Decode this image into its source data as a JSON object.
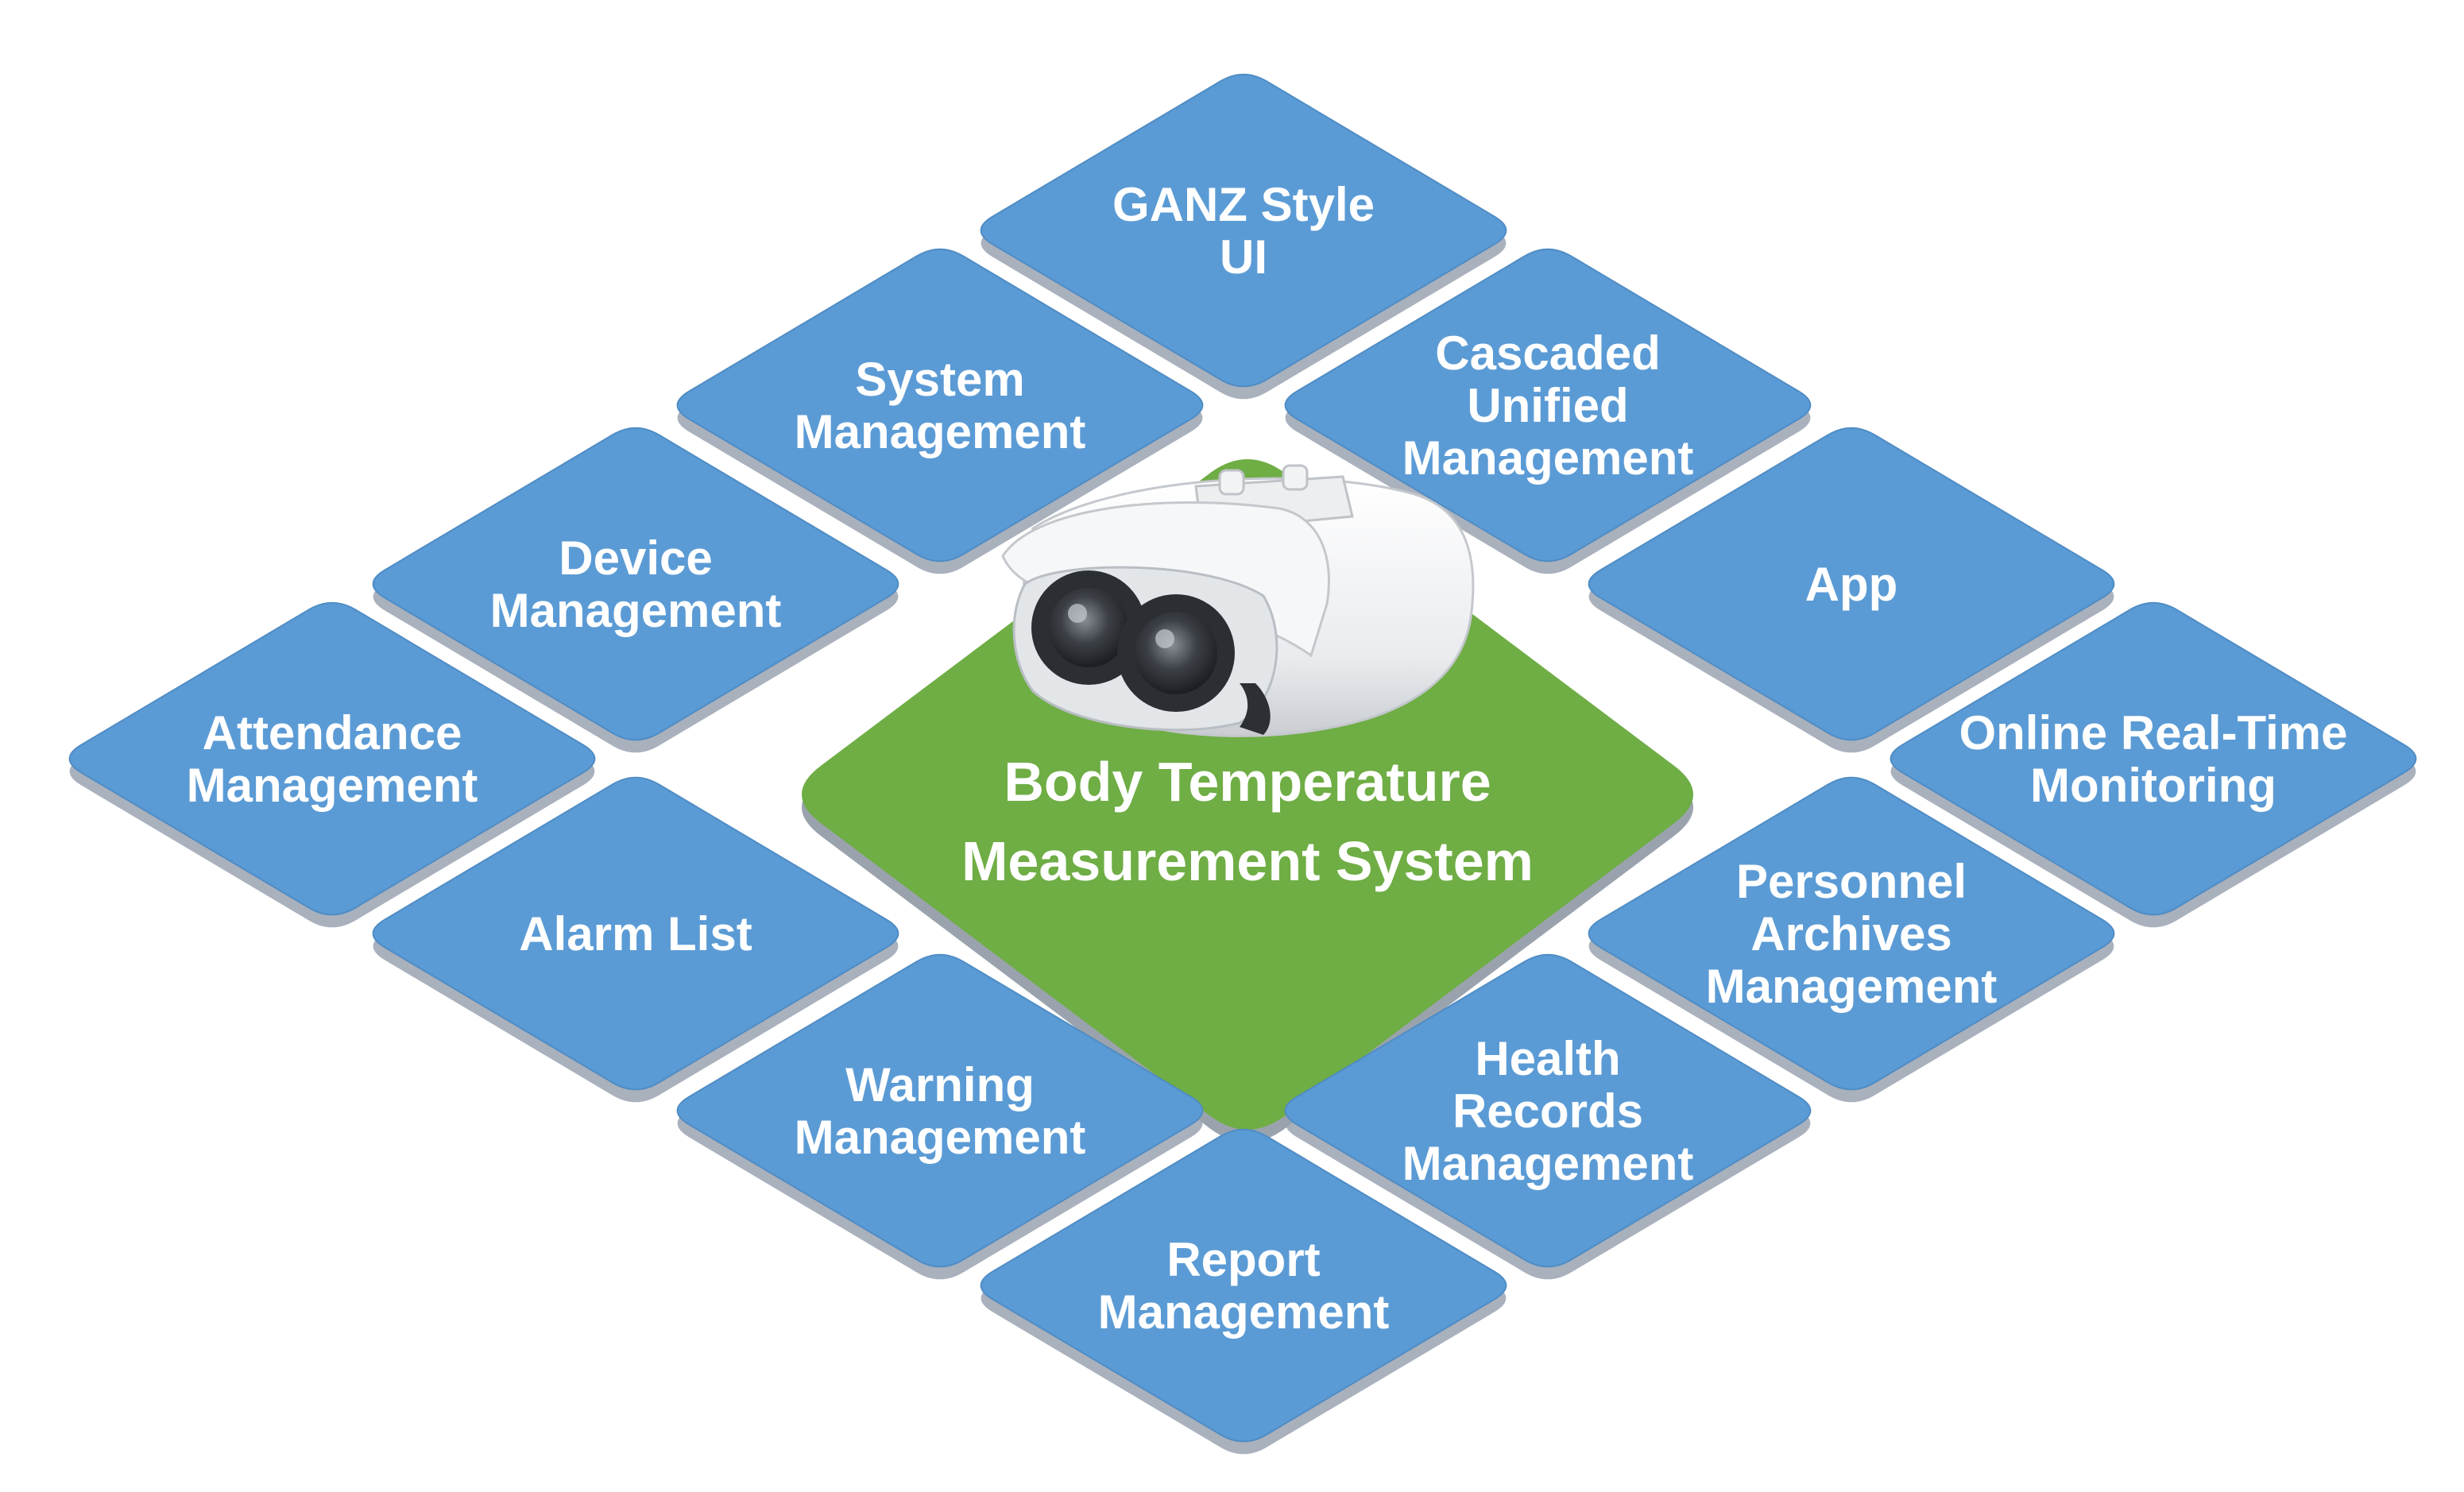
{
  "diagram": {
    "center": {
      "title_lines": [
        "Body Temperature",
        "Measurement System"
      ],
      "color": "#6fad45",
      "icon": "thermal-camera-icon"
    },
    "tile_color": "#5b9bd5",
    "tile_shadow_color": "#a9b1bd",
    "modules": [
      {
        "id": "ganz-style-ui",
        "lines": [
          "GANZ Style",
          "UI"
        ]
      },
      {
        "id": "system-management",
        "lines": [
          "System",
          "Management"
        ]
      },
      {
        "id": "cascaded-unified-management",
        "lines": [
          "Cascaded",
          "Unified",
          "Management"
        ]
      },
      {
        "id": "device-management",
        "lines": [
          "Device",
          "Management"
        ]
      },
      {
        "id": "app",
        "lines": [
          "App"
        ]
      },
      {
        "id": "attendance-management",
        "lines": [
          "Attendance",
          "Management"
        ]
      },
      {
        "id": "online-real-time-monitoring",
        "lines": [
          "Online Real-Time",
          "Monitoring"
        ]
      },
      {
        "id": "alarm-list",
        "lines": [
          "Alarm List"
        ]
      },
      {
        "id": "personnel-archives-management",
        "lines": [
          "Personnel",
          "Archives",
          "Management"
        ]
      },
      {
        "id": "warning-management",
        "lines": [
          "Warning",
          "Management"
        ]
      },
      {
        "id": "health-records-management",
        "lines": [
          "Health",
          "Records",
          "Management"
        ]
      },
      {
        "id": "report-management",
        "lines": [
          "Report",
          "Management"
        ]
      }
    ]
  }
}
